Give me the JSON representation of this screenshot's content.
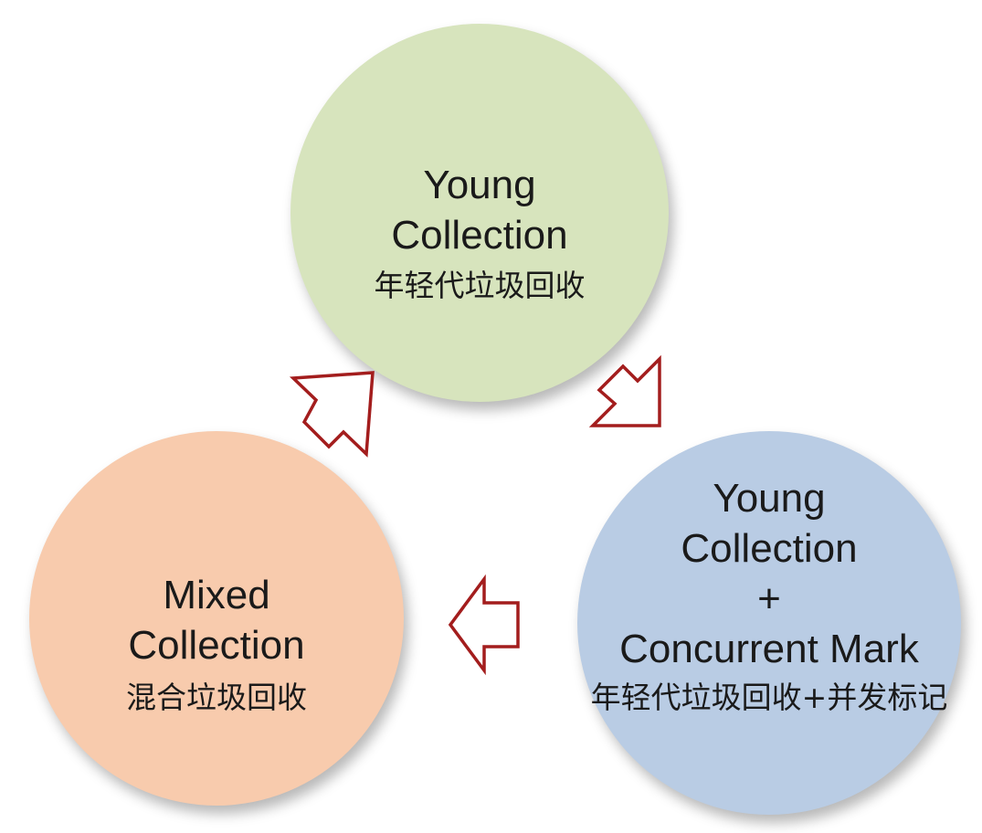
{
  "colors": {
    "young": "#d7e4bd",
    "young_mark": "#b9cce4",
    "mixed": "#f8cbad",
    "arrow_stroke": "#a31d1d",
    "arrow_fill": "#ffffff"
  },
  "nodes": {
    "young": {
      "title_line1": "Young",
      "title_line2": "Collection",
      "subtitle": "年轻代垃圾回收"
    },
    "young_mark": {
      "title_line1": "Young",
      "title_line2": "Collection",
      "title_line3": "+",
      "title_line4": "Concurrent Mark",
      "subtitle": "年轻代垃圾回收+并发标记"
    },
    "mixed": {
      "title_line1": "Mixed",
      "title_line2": "Collection",
      "subtitle": "混合垃圾回收"
    }
  },
  "edges": [
    {
      "from": "young",
      "to": "young_mark"
    },
    {
      "from": "young_mark",
      "to": "mixed"
    },
    {
      "from": "mixed",
      "to": "young"
    }
  ]
}
